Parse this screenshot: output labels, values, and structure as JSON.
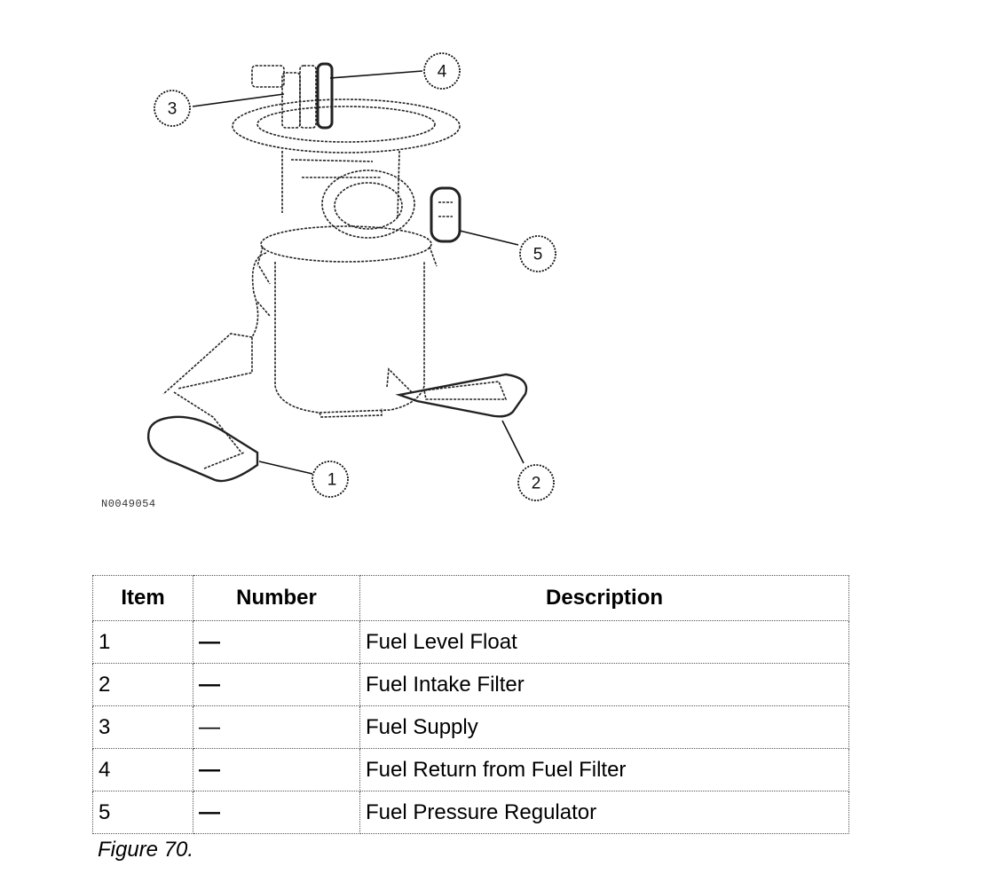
{
  "figure": {
    "drawing_code": "N0049054",
    "callouts": [
      "1",
      "2",
      "3",
      "4",
      "5"
    ]
  },
  "table": {
    "headers": [
      "Item",
      "Number",
      "Description"
    ],
    "rows": [
      {
        "item": "1",
        "number": "—",
        "description": "Fuel Level Float"
      },
      {
        "item": "2",
        "number": "—",
        "description": "Fuel Intake Filter"
      },
      {
        "item": "3",
        "number": "—",
        "description": "Fuel Supply"
      },
      {
        "item": "4",
        "number": "—",
        "description": "Fuel Return from Fuel Filter"
      },
      {
        "item": "5",
        "number": "—",
        "description": "Fuel Pressure Regulator"
      }
    ]
  },
  "caption": "Figure 70."
}
